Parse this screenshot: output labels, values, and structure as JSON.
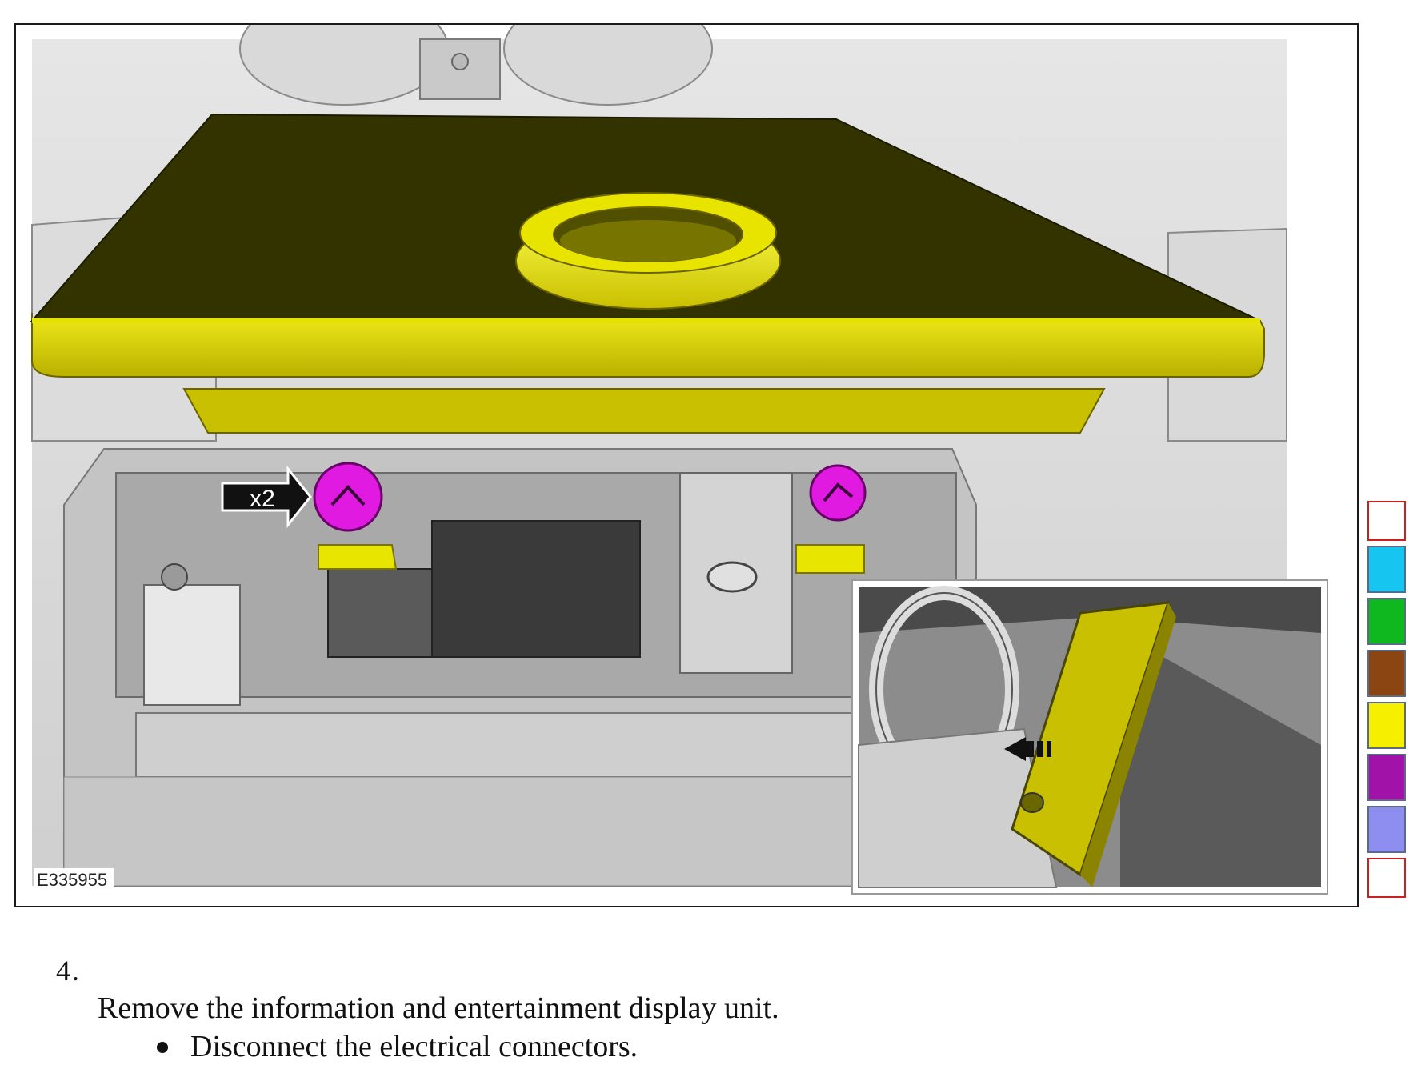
{
  "figure": {
    "id_label": "E335955",
    "callout_label": "x2"
  },
  "legend": {
    "swatches": [
      {
        "name": "empty-top",
        "color": "#ffffff"
      },
      {
        "name": "cyan",
        "color": "#16c6f0"
      },
      {
        "name": "green",
        "color": "#10b820"
      },
      {
        "name": "brown",
        "color": "#8a4513"
      },
      {
        "name": "yellow",
        "color": "#f6f000"
      },
      {
        "name": "purple",
        "color": "#a012a8"
      },
      {
        "name": "lavender",
        "color": "#8e8ef0"
      },
      {
        "name": "empty-bottom",
        "color": "#ffffff"
      }
    ]
  },
  "step": {
    "number": "4.",
    "instruction": "Remove the information and entertainment display unit.",
    "bullets": [
      "Disconnect the electrical connectors."
    ]
  }
}
